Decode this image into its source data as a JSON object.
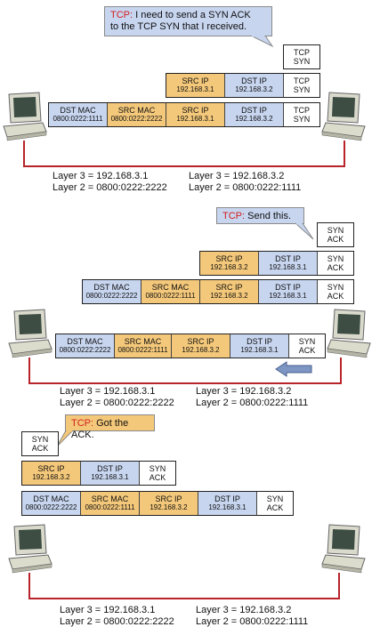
{
  "colors": {
    "ip": "#c7d5ef",
    "mac": "#f4c87a",
    "wire": "#b8242a",
    "tcp_word": "#d21f1f"
  },
  "panel1": {
    "callout": {
      "prefix": "TCP:",
      "text": " I need to send a SYN ACK",
      "line2": "to the TCP SYN that I received."
    },
    "tcp_box": {
      "line1": "TCP",
      "line2": "SYN"
    },
    "ip_row": [
      {
        "t": "SRC IP",
        "v": "192.168.3.1"
      },
      {
        "t": "DST IP",
        "v": "192.168.3.2"
      },
      {
        "t": "TCP",
        "v": "SYN"
      }
    ],
    "frame_row": [
      {
        "t": "DST MAC",
        "v": "0800:0222:1111"
      },
      {
        "t": "SRC MAC",
        "v": "0800:0222:2222"
      },
      {
        "t": "SRC IP",
        "v": "192.168.3.1"
      },
      {
        "t": "DST IP",
        "v": "192.168.3.2"
      },
      {
        "t": "TCP",
        "v": "SYN"
      }
    ],
    "left_l3": "Layer 3 = 192.168.3.1",
    "left_l2": "Layer 2 = 0800:0222:2222",
    "right_l3": "Layer 3 = 192.168.3.2",
    "right_l2": "Layer 2 = 0800:0222:1111"
  },
  "panel2": {
    "callout": {
      "prefix": "TCP:",
      "text": " Send this."
    },
    "tcp_box": {
      "line1": "SYN",
      "line2": "ACK"
    },
    "ip_row": [
      {
        "t": "SRC IP",
        "v": "192.168.3.2"
      },
      {
        "t": "DST IP",
        "v": "192.168.3.1"
      },
      {
        "t": "SYN",
        "v": "ACK"
      }
    ],
    "frame_row": [
      {
        "t": "DST MAC",
        "v": "0800:0222:2222"
      },
      {
        "t": "SRC MAC",
        "v": "0800:0222:1111"
      },
      {
        "t": "SRC IP",
        "v": "192.168.3.2"
      },
      {
        "t": "DST IP",
        "v": "192.168.3.1"
      },
      {
        "t": "SYN",
        "v": "ACK"
      }
    ],
    "wire_row": [
      {
        "t": "DST MAC",
        "v": "0800:0222:2222"
      },
      {
        "t": "SRC MAC",
        "v": "0800:0222:1111"
      },
      {
        "t": "SRC IP",
        "v": "192.168.3.2"
      },
      {
        "t": "DST IP",
        "v": "192.168.3.1"
      },
      {
        "t": "SYN",
        "v": "ACK"
      }
    ],
    "left_l3": "Layer 3 = 192.168.3.1",
    "left_l2": "Layer 2 = 0800:0222:2222",
    "right_l3": "Layer 3 = 192.168.3.2",
    "right_l2": "Layer 2 = 0800:0222:1111"
  },
  "panel3": {
    "callout": {
      "prefix": "TCP:",
      "text": " Got the ACK."
    },
    "tcp_box": {
      "line1": "SYN",
      "line2": "ACK"
    },
    "ip_row": [
      {
        "t": "SRC IP",
        "v": "192.168.3.2"
      },
      {
        "t": "DST IP",
        "v": "192.168.3.1"
      },
      {
        "t": "SYN",
        "v": "ACK"
      }
    ],
    "frame_row": [
      {
        "t": "DST MAC",
        "v": "0800:0222:2222"
      },
      {
        "t": "SRC MAC",
        "v": "0800:0222:1111"
      },
      {
        "t": "SRC IP",
        "v": "192.168.3.2"
      },
      {
        "t": "DST IP",
        "v": "192.168.3.1"
      },
      {
        "t": "SYN",
        "v": "ACK"
      }
    ],
    "left_l3": "Layer 3 = 192.168.3.1",
    "left_l2": "Layer 2 = 0800:0222:2222",
    "right_l3": "Layer 3 = 192.168.3.2",
    "right_l2": "Layer 2 = 0800:0222:1111"
  }
}
